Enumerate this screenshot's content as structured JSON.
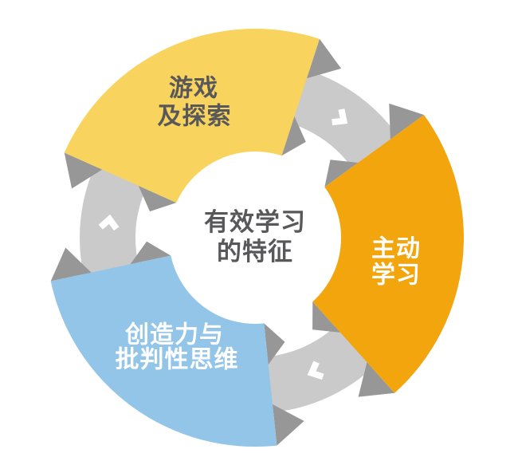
{
  "center": {
    "lines": [
      "有效学习",
      "的特征"
    ],
    "text_color": "#58585a",
    "bg_color": "#ffffff"
  },
  "segments": [
    {
      "name": "play-and-exploration",
      "lines": [
        "游戏",
        "及探索"
      ],
      "color": "#F8D35E",
      "text_color": "#58585a"
    },
    {
      "name": "active-learning",
      "lines": [
        "主动",
        "学习"
      ],
      "color": "#F2A50D",
      "text_color": "#ffffff"
    },
    {
      "name": "creativity-and-critical-thinking",
      "lines": [
        "创造力与",
        "批判性思维"
      ],
      "color": "#92C5E8",
      "text_color": "#ffffff"
    }
  ],
  "ring": {
    "color": "#CACACA",
    "fold_color": "#979797",
    "arrow_color": "#ffffff"
  }
}
